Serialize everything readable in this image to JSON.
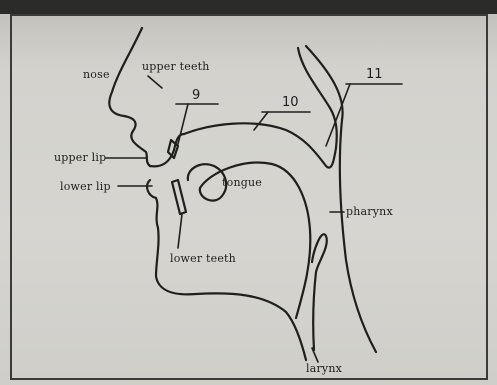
{
  "labels": {
    "nose": "nose",
    "upper_teeth": "upper teeth",
    "upper_lip": "upper lip",
    "lower_lip": "lower lip",
    "tongue": "tongue",
    "lower_teeth": "lower teeth",
    "pharynx": "pharynx",
    "larynx": "larynx"
  },
  "numbers": {
    "n9": "9",
    "n10": "10",
    "n11": "11"
  }
}
